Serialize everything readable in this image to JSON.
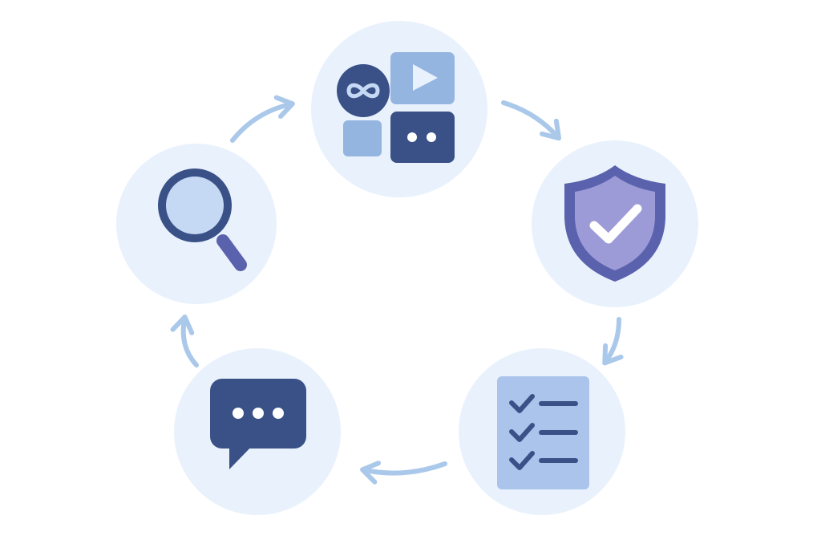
{
  "diagram": {
    "type": "cycle",
    "colors": {
      "node_fill": "#e9f2fc",
      "arrow": "#aac8ea",
      "navy": "#3a5187",
      "light_blue": "#94b5e0",
      "pale_blue": "#c5d9f4",
      "purple": "#5b62ad",
      "purple_light": "#9c9bd7",
      "doc_fill": "#aac4ec",
      "white": "#ffffff"
    },
    "nodes": [
      {
        "id": "apps",
        "icon": "app-grid-icon"
      },
      {
        "id": "security",
        "icon": "shield-check-icon"
      },
      {
        "id": "checklist",
        "icon": "checklist-icon"
      },
      {
        "id": "feedback",
        "icon": "chat-bubble-icon"
      },
      {
        "id": "search",
        "icon": "magnifier-icon"
      }
    ],
    "flow": [
      "apps",
      "security",
      "checklist",
      "feedback",
      "search",
      "apps"
    ]
  }
}
